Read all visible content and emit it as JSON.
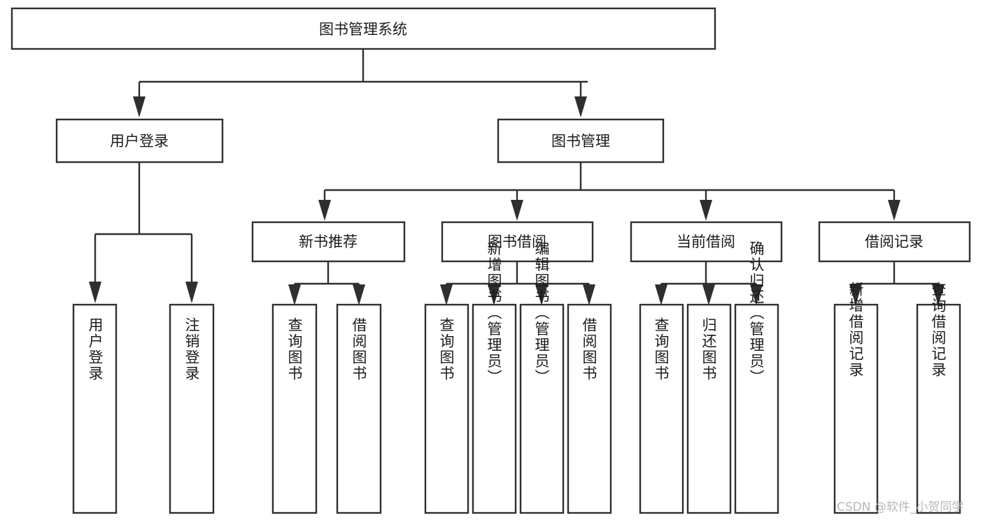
{
  "diagram": {
    "type": "tree-hierarchy",
    "title": "图书管理系统",
    "watermark": "CSDN @软件_小贺同学",
    "colors": {
      "stroke": "#2f2f2f",
      "fill": "#ffffff",
      "text": "#1b1b1b",
      "watermark": "#b8b8b8",
      "background": "#ffffff"
    },
    "nodes": {
      "root": {
        "label": "图书管理系统",
        "level": 0,
        "orientation": "horizontal"
      },
      "n_user_login": {
        "label": "用户登录",
        "level": 1,
        "orientation": "horizontal"
      },
      "n_book_mgmt": {
        "label": "图书管理",
        "level": 1,
        "orientation": "horizontal"
      },
      "n_new_book_rec": {
        "label": "新书推荐",
        "level": 2,
        "orientation": "horizontal"
      },
      "n_book_borrow": {
        "label": "图书借阅",
        "level": 2,
        "orientation": "horizontal"
      },
      "n_current_borrow": {
        "label": "当前借阅",
        "level": 2,
        "orientation": "horizontal"
      },
      "n_borrow_record": {
        "label": "借阅记录",
        "level": 2,
        "orientation": "horizontal"
      },
      "l_user_login": {
        "label": "用户登录",
        "level": 3,
        "orientation": "vertical"
      },
      "l_user_logout": {
        "label": "注销登录",
        "level": 3,
        "orientation": "vertical"
      },
      "l_query_book_1": {
        "label": "查询图书",
        "level": 3,
        "orientation": "vertical"
      },
      "l_borrow_book_1": {
        "label": "借阅图书",
        "level": 3,
        "orientation": "vertical"
      },
      "l_query_book_2": {
        "label": "查询图书",
        "level": 3,
        "orientation": "vertical"
      },
      "l_add_book": {
        "label": "新增图书（管理员）",
        "level": 3,
        "orientation": "vertical"
      },
      "l_edit_book": {
        "label": "编辑图书（管理员）",
        "level": 3,
        "orientation": "vertical"
      },
      "l_borrow_book_2": {
        "label": "借阅图书",
        "level": 3,
        "orientation": "vertical"
      },
      "l_query_book_3": {
        "label": "查询图书",
        "level": 3,
        "orientation": "vertical"
      },
      "l_return_book": {
        "label": "归还图书",
        "level": 3,
        "orientation": "vertical"
      },
      "l_confirm_return": {
        "label": "确认归还（管理员）",
        "level": 3,
        "orientation": "vertical"
      },
      "l_add_record": {
        "label": "新增借阅记录",
        "level": 3,
        "orientation": "vertical"
      },
      "l_query_record": {
        "label": "查询借阅记录",
        "level": 3,
        "orientation": "vertical"
      }
    },
    "edges": [
      {
        "from": "root",
        "to": "n_user_login"
      },
      {
        "from": "root",
        "to": "n_book_mgmt"
      },
      {
        "from": "n_user_login",
        "to": "l_user_login"
      },
      {
        "from": "n_user_login",
        "to": "l_user_logout"
      },
      {
        "from": "n_book_mgmt",
        "to": "n_new_book_rec"
      },
      {
        "from": "n_book_mgmt",
        "to": "n_book_borrow"
      },
      {
        "from": "n_book_mgmt",
        "to": "n_current_borrow"
      },
      {
        "from": "n_book_mgmt",
        "to": "n_borrow_record"
      },
      {
        "from": "n_new_book_rec",
        "to": "l_query_book_1"
      },
      {
        "from": "n_new_book_rec",
        "to": "l_borrow_book_1"
      },
      {
        "from": "n_book_borrow",
        "to": "l_query_book_2"
      },
      {
        "from": "n_book_borrow",
        "to": "l_add_book"
      },
      {
        "from": "n_book_borrow",
        "to": "l_edit_book"
      },
      {
        "from": "n_book_borrow",
        "to": "l_borrow_book_2"
      },
      {
        "from": "n_current_borrow",
        "to": "l_query_book_3"
      },
      {
        "from": "n_current_borrow",
        "to": "l_return_book"
      },
      {
        "from": "n_current_borrow",
        "to": "l_confirm_return"
      },
      {
        "from": "n_borrow_record",
        "to": "l_add_record"
      },
      {
        "from": "n_borrow_record",
        "to": "l_query_record"
      }
    ]
  }
}
